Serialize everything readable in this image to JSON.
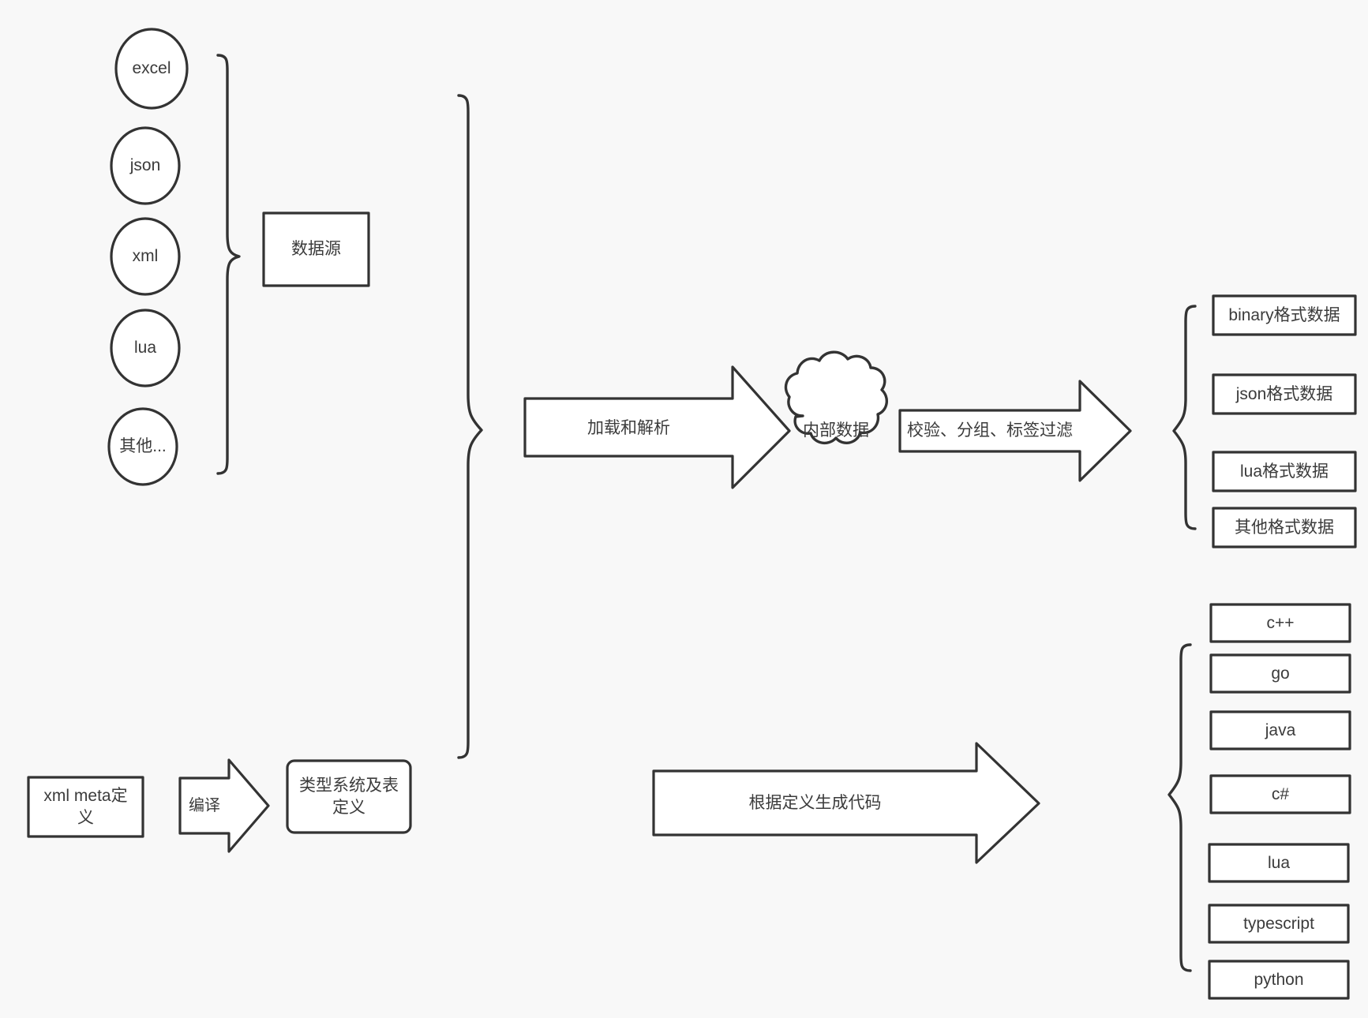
{
  "diagram": {
    "title": "data pipeline diagram",
    "background_color": "#f8f8f8",
    "stroke_color": "#333333",
    "fill_color": "#ffffff",
    "text_color": "#3b3b3b"
  },
  "sources": {
    "group_label": "数据源",
    "items": [
      {
        "label": "excel"
      },
      {
        "label": "json"
      },
      {
        "label": "xml"
      },
      {
        "label": "lua"
      },
      {
        "label": "其他..."
      }
    ]
  },
  "meta": {
    "definition_label": "xml meta定\n义",
    "compile_label": "编译",
    "type_system_label": "类型系统及表\n定义"
  },
  "pipeline": {
    "load_parse_label": "加载和解析",
    "internal_data_label": "内部数据",
    "filter_label": "校验、分组、标签过滤",
    "generate_code_label": "根据定义生成代码"
  },
  "outputs": {
    "data_formats": [
      {
        "label": "binary格式数据"
      },
      {
        "label": "json格式数据"
      },
      {
        "label": "lua格式数据"
      },
      {
        "label": "其他格式数据"
      }
    ],
    "languages": [
      {
        "label": "c++"
      },
      {
        "label": "go"
      },
      {
        "label": "java"
      },
      {
        "label": "c#"
      },
      {
        "label": "lua"
      },
      {
        "label": "typescript"
      },
      {
        "label": "python"
      }
    ]
  }
}
